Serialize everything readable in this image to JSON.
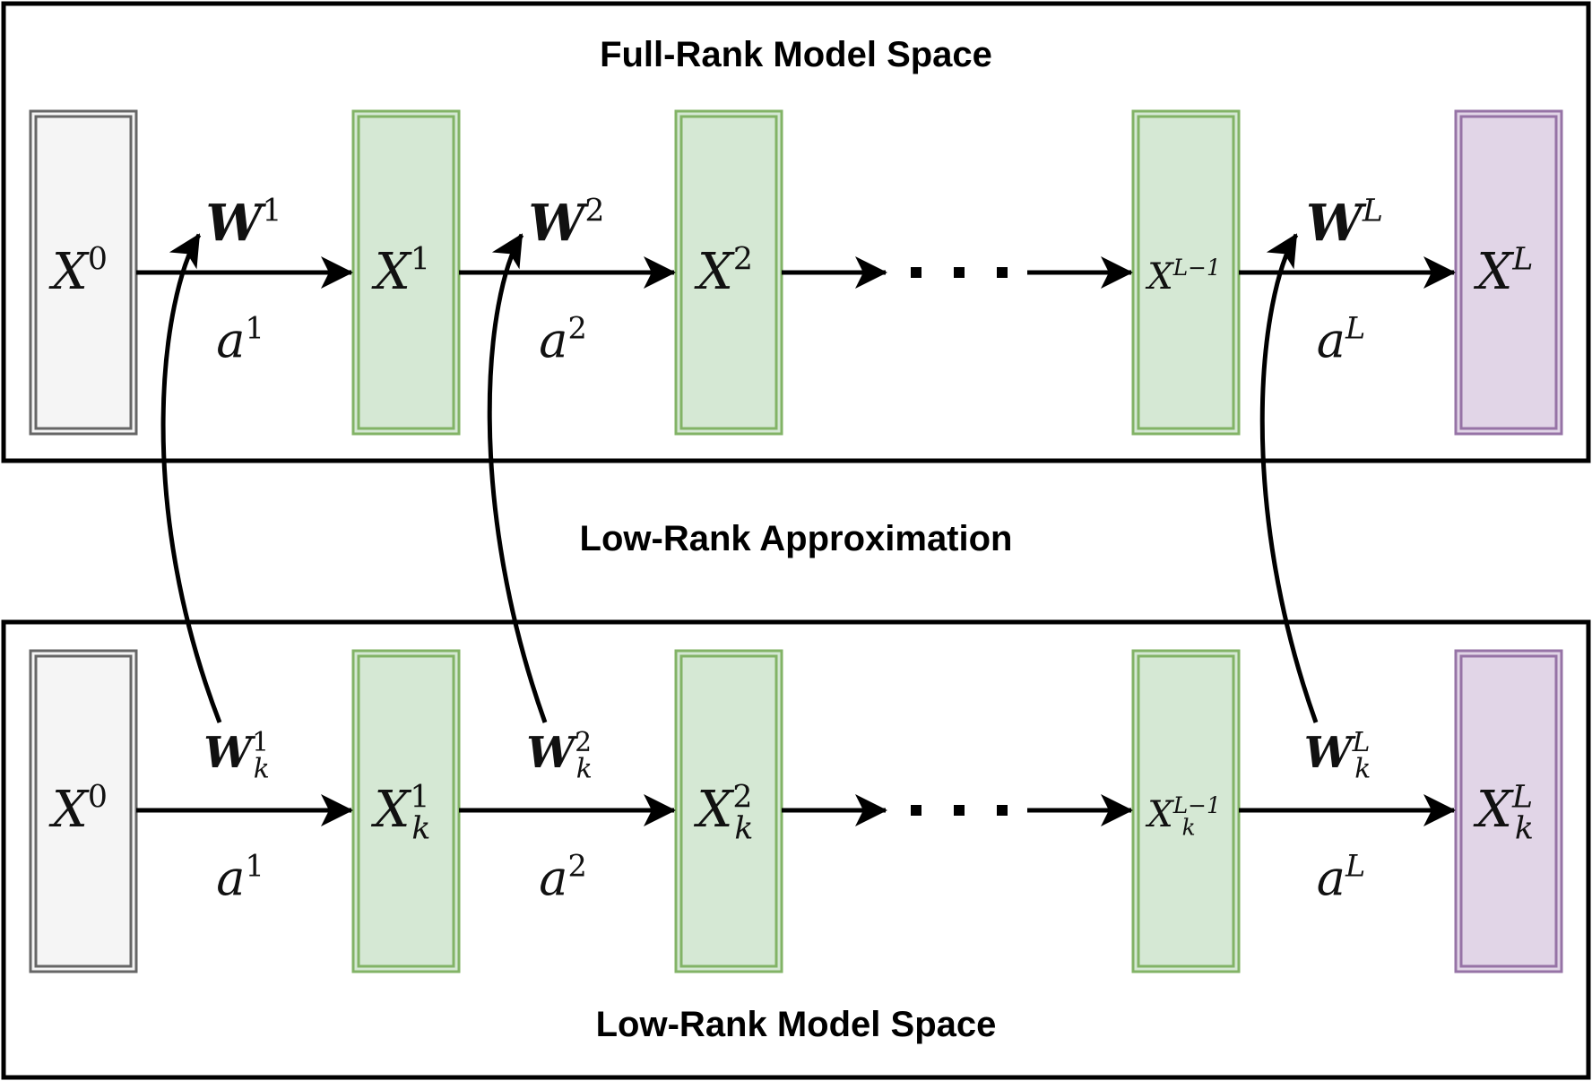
{
  "panels": {
    "top_title": "Full-Rank Model Space",
    "middle_title": "Low-Rank Approximation",
    "bottom_title": "Low-Rank Model Space"
  },
  "colors": {
    "input_fill": "#f5f5f5",
    "input_stroke": "#666666",
    "hidden_fill": "#d5e8d4",
    "hidden_stroke": "#82b366",
    "output_fill": "#e1d5e7",
    "output_stroke": "#9673a6",
    "edge": "#000000"
  },
  "top": {
    "nodes": [
      {
        "base": "X",
        "sup": "0",
        "sub": "",
        "kind": "input"
      },
      {
        "base": "X",
        "sup": "1",
        "sub": "",
        "kind": "hidden"
      },
      {
        "base": "X",
        "sup": "2",
        "sub": "",
        "kind": "hidden"
      },
      {
        "base": "X",
        "sup": "L−1",
        "sub": "",
        "kind": "hidden"
      },
      {
        "base": "X",
        "sup": "L",
        "sub": "",
        "kind": "output"
      }
    ],
    "weights": [
      {
        "base": "W",
        "sup": "1",
        "sub": ""
      },
      {
        "base": "W",
        "sup": "2",
        "sub": ""
      },
      {
        "base": "W",
        "sup": "L",
        "sub": ""
      }
    ],
    "activations": [
      {
        "base": "a",
        "sup": "1"
      },
      {
        "base": "a",
        "sup": "2"
      },
      {
        "base": "a",
        "sup": "L"
      }
    ],
    "ellipsis": "· · ·"
  },
  "bottom": {
    "nodes": [
      {
        "base": "X",
        "sup": "0",
        "sub": "",
        "kind": "input"
      },
      {
        "base": "X",
        "sup": "1",
        "sub": "k",
        "kind": "hidden"
      },
      {
        "base": "X",
        "sup": "2",
        "sub": "k",
        "kind": "hidden"
      },
      {
        "base": "X",
        "sup": "L−1",
        "sub": "k",
        "kind": "hidden"
      },
      {
        "base": "X",
        "sup": "L",
        "sub": "k",
        "kind": "output"
      }
    ],
    "weights": [
      {
        "base": "W",
        "sup": "1",
        "sub": "k"
      },
      {
        "base": "W",
        "sup": "2",
        "sub": "k"
      },
      {
        "base": "W",
        "sup": "L",
        "sub": "k"
      }
    ],
    "activations": [
      {
        "base": "a",
        "sup": "1"
      },
      {
        "base": "a",
        "sup": "2"
      },
      {
        "base": "a",
        "sup": "L"
      }
    ],
    "ellipsis": "· · ·"
  }
}
